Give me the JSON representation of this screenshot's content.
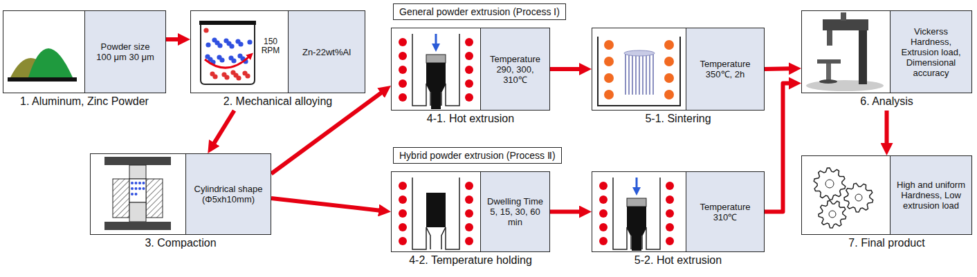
{
  "diagram": {
    "nodes": [
      {
        "text": [
          "Powder size 100 μm 30 μm",
          "1. Aluminum, Zinc Powder"
        ]
      },
      {
        "text": [
          "150 RPM",
          "Zn-22wt%Al",
          "2. Mechanical alloying"
        ]
      },
      {
        "text": [
          "Cylindrical shape (Φ5xh10mm)",
          "3. Compaction"
        ]
      },
      {
        "text": [
          "General powder extrusion (Process Ⅰ)"
        ]
      },
      {
        "text": [
          "Temperature 290, 300, 310℃",
          "4-1. Hot extrusion"
        ]
      },
      {
        "text": [
          "Temperature 350℃, 2h",
          "5-1. Sintering"
        ]
      },
      {
        "text": [
          "Hybrid powder extrusion (Process Ⅱ)"
        ]
      },
      {
        "text": [
          "Dwelling Time 5, 15, 30, 60 min",
          "4-2. Temperature holding"
        ]
      },
      {
        "text": [
          "Temperature 310℃",
          "5-2. Hot extrusion"
        ]
      },
      {
        "text": [
          "Vickerss Hardness, Extrusion load, Dimensional accuracy",
          "6. Analysis"
        ]
      },
      {
        "text": [
          "High and uniform Hardness, Low extrusion load",
          "7. Final product"
        ]
      }
    ],
    "edges": [
      {
        "from": 0,
        "to": 1,
        "arrow": "to"
      },
      {
        "from": 1,
        "to": 2,
        "arrow": "to"
      },
      {
        "from": 2,
        "to": 4,
        "arrow": "to"
      },
      {
        "from": 2,
        "to": 7,
        "arrow": "to"
      },
      {
        "from": 4,
        "to": 5,
        "arrow": "to"
      },
      {
        "from": 7,
        "to": 8,
        "arrow": "to"
      },
      {
        "from": 5,
        "to": 9,
        "arrow": "to"
      },
      {
        "from": 8,
        "to": 9,
        "arrow": "to"
      },
      {
        "from": 9,
        "to": 10,
        "arrow": "to"
      }
    ]
  }
}
